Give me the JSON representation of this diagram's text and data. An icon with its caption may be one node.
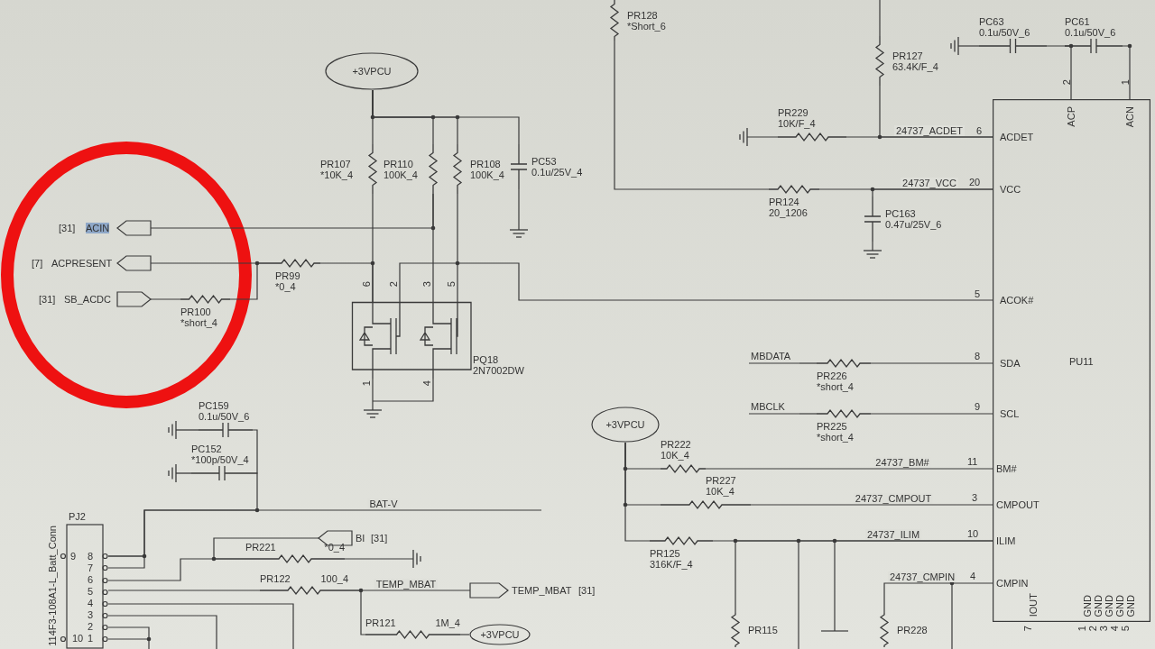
{
  "diagram": {
    "nodes": [
      {
        "text": [
          "+3VPCU"
        ]
      },
      {
        "text": [
          "PR107",
          "*10K_4"
        ]
      },
      {
        "text": [
          "PR110",
          "100K_4"
        ]
      },
      {
        "text": [
          "PR108",
          "100K_4"
        ]
      },
      {
        "text": [
          "PC53",
          "0.1u/25V_4"
        ]
      },
      {
        "text": [
          "ACIN"
        ],
        "beside": [
          "[31]"
        ]
      },
      {
        "text": [
          "ACPRESENT"
        ]
      },
      {
        "text": [
          "SB_ACDC"
        ]
      },
      {
        "text": [
          "PR99",
          "*0_4"
        ]
      },
      {
        "text": [
          "PR100",
          "*short_4"
        ]
      },
      {
        "text": [
          "PQ18",
          "2N7002DW"
        ]
      },
      {
        "text": [
          "PR128",
          "*Short_6"
        ]
      },
      {
        "text": [
          "PR127",
          "63.4K/F_4"
        ]
      },
      {
        "text": [
          "PR229",
          "10K/F_4"
        ]
      },
      {
        "text": [
          "PR124",
          "20_1206"
        ]
      },
      {
        "text": [
          "PC163",
          "0.47u/25V_6"
        ]
      },
      {
        "text": [
          "PC63",
          "0.1u/50V_6"
        ]
      },
      {
        "text": [
          "PC61",
          "0.1u/50V_6"
        ]
      },
      {
        "text": [
          "PU11",
          "ACDET",
          "VCC",
          "ACOK#",
          "SDA",
          "SCL",
          "BM#",
          "CMPOUT",
          "ILIM",
          "CMPIN",
          "ACP",
          "ACN",
          "IOUT",
          "GND",
          "GND",
          "GND",
          "GND",
          "GND"
        ]
      },
      {
        "text": [
          "PR226",
          "*short_4"
        ]
      },
      {
        "text": [
          "PR225",
          "*short_4"
        ]
      },
      {
        "text": [
          "+3VPCU"
        ]
      },
      {
        "text": [
          "PR222",
          "10K_4"
        ]
      },
      {
        "text": [
          "PR227",
          "10K_4"
        ]
      },
      {
        "text": [
          "PR125",
          "316K/F_4"
        ]
      },
      {
        "text": [
          "PR115"
        ]
      },
      {
        "text": [
          "PR228"
        ]
      },
      {
        "text": [
          "PC159",
          "0.1u/50V_6"
        ]
      },
      {
        "text": [
          "PC152",
          "*100p/50V_4"
        ]
      },
      {
        "text": [
          "PJ2",
          "114F3-108A1-L_Batt_Conn"
        ]
      },
      {
        "text": [
          "PR221",
          "*0_4"
        ]
      },
      {
        "text": [
          "BI"
        ],
        "beside": [
          "[31]"
        ]
      },
      {
        "text": [
          "PR122",
          "100_4"
        ]
      },
      {
        "text": [
          "TEMP_MBAT"
        ]
      },
      {
        "text": [
          "PR121",
          "1M_4"
        ]
      },
      {
        "text": [
          "+3VPCU"
        ]
      },
      {
        "text": [
          "MBDATA"
        ]
      },
      {
        "text": [
          "MBCLK"
        ]
      }
    ],
    "edges": [
      {
        "from": 0,
        "to": 1,
        "arrow": "none"
      },
      {
        "from": 0,
        "to": 2,
        "arrow": "none"
      },
      {
        "from": 0,
        "to": 3,
        "arrow": "none"
      },
      {
        "from": 0,
        "to": 4,
        "arrow": "none"
      },
      {
        "from": 5,
        "to": 2,
        "arrow": "none"
      },
      {
        "from": 6,
        "to": 8,
        "arrow": "none"
      },
      {
        "from": 7,
        "to": 9,
        "arrow": "none"
      },
      {
        "from": 9,
        "to": 8,
        "arrow": "none"
      },
      {
        "from": 8,
        "to": 10,
        "arrow": "none"
      },
      {
        "from": 1,
        "to": 10,
        "arrow": "none"
      },
      {
        "from": 2,
        "to": 10,
        "arrow": "none"
      },
      {
        "from": 3,
        "to": 10,
        "arrow": "none"
      },
      {
        "from": 10,
        "to": 18,
        "arrow": "none"
      },
      {
        "from": 11,
        "to": 14,
        "arrow": "none"
      },
      {
        "from": 12,
        "to": 18,
        "arrow": "none",
        "label": "24737_ACDET"
      },
      {
        "from": 13,
        "to": 18,
        "arrow": "none"
      },
      {
        "from": 14,
        "to": 18,
        "arrow": "none",
        "label": "24737_VCC"
      },
      {
        "from": 15,
        "to": 18,
        "arrow": "none"
      },
      {
        "from": 16,
        "to": 18,
        "arrow": "none"
      },
      {
        "from": 17,
        "to": 18,
        "arrow": "none"
      },
      {
        "from": 36,
        "to": 19,
        "arrow": "none"
      },
      {
        "from": 19,
        "to": 18,
        "arrow": "none"
      },
      {
        "from": 37,
        "to": 20,
        "arrow": "none"
      },
      {
        "from": 20,
        "to": 18,
        "arrow": "none"
      },
      {
        "from": 21,
        "to": 22,
        "arrow": "none"
      },
      {
        "from": 21,
        "to": 23,
        "arrow": "none"
      },
      {
        "from": 21,
        "to": 24,
        "arrow": "none"
      },
      {
        "from": 22,
        "to": 18,
        "arrow": "none",
        "label": "24737_BM#"
      },
      {
        "from": 23,
        "to": 18,
        "arrow": "none",
        "label": "24737_CMPOUT"
      },
      {
        "from": 24,
        "to": 18,
        "arrow": "none",
        "label": "24737_ILIM"
      },
      {
        "from": 25,
        "to": 18,
        "arrow": "none"
      },
      {
        "from": 26,
        "to": 18,
        "arrow": "none",
        "label": "24737_CMPIN"
      },
      {
        "from": 27,
        "to": 28,
        "arrow": "none"
      },
      {
        "from": 28,
        "to": 29,
        "arrow": "none"
      },
      {
        "from": 29,
        "to": null,
        "arrow": "none",
        "label": "BAT-V"
      },
      {
        "from": 30,
        "to": 29,
        "arrow": "none"
      },
      {
        "from": 31,
        "to": 30,
        "arrow": "none"
      },
      {
        "from": 32,
        "to": 29,
        "arrow": "none"
      },
      {
        "from": 32,
        "to": 33,
        "arrow": "none",
        "label": "TEMP_MBAT"
      },
      {
        "from": 34,
        "to": 32,
        "arrow": "none"
      },
      {
        "from": 35,
        "to": 34,
        "arrow": "none"
      }
    ],
    "labels": [
      "6",
      "2",
      "3",
      "5",
      "1",
      "4",
      "2",
      "1",
      "6",
      "20",
      "5",
      "8",
      "9",
      "11",
      "3",
      "10",
      "4",
      "7",
      "1",
      "2",
      "3",
      "4",
      "5",
      "9",
      "8",
      "7",
      "6",
      "5",
      "4",
      "3",
      "2",
      "10",
      "1",
      "[7]",
      "[31]",
      "[31]"
    ]
  }
}
